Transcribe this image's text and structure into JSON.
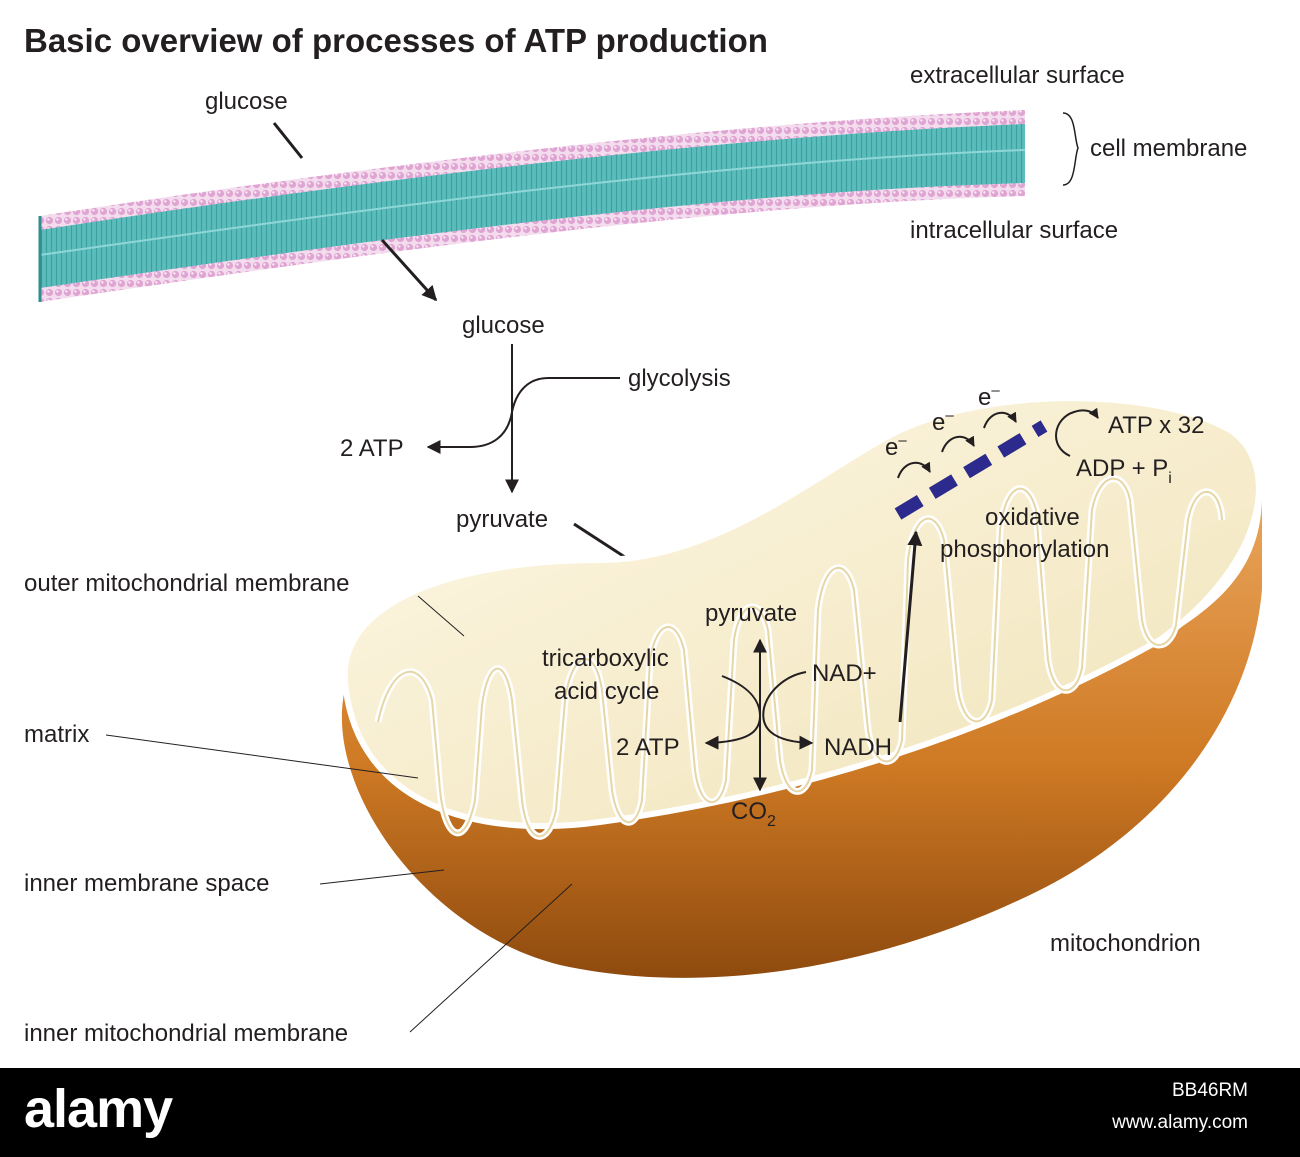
{
  "title": "Basic overview of processes of ATP production",
  "membrane": {
    "glucose_outside": "glucose",
    "extracellular": "extracellular surface",
    "cell_membrane": "cell membrane",
    "intracellular": "intracellular surface"
  },
  "glycolysis": {
    "glucose": "glucose",
    "process": "glycolysis",
    "atp": "2 ATP",
    "pyruvate": "pyruvate"
  },
  "tca": {
    "pyruvate": "pyruvate",
    "name_line1": "tricarboxylic",
    "name_line2": "acid cycle",
    "nad_plus": "NAD+",
    "nadh": "NADH",
    "atp": "2 ATP",
    "co2_main": "CO",
    "co2_sub": "2"
  },
  "oxphos": {
    "electron": "e",
    "electron_sup": "–",
    "atp_out": "ATP x 32",
    "adp_main": "ADP + P",
    "adp_sub": "i",
    "name_line1": "oxidative",
    "name_line2": "phosphorylation"
  },
  "parts": {
    "outer_membrane": "outer mitochondrial membrane",
    "matrix": "matrix",
    "inner_space": "inner membrane space",
    "inner_membrane": "inner mitochondrial membrane",
    "organelle": "mitochondrion"
  },
  "footer": {
    "logo": "alamy",
    "image_id": "BB46RM",
    "url": "www.alamy.com"
  },
  "colors": {
    "membrane_core": "#4fb3b3",
    "membrane_heads": "#e2a9d6",
    "mito_outer": "#d07a1f",
    "mito_inner": "#f8efcf",
    "electron_chain": "#2c2a8c"
  }
}
